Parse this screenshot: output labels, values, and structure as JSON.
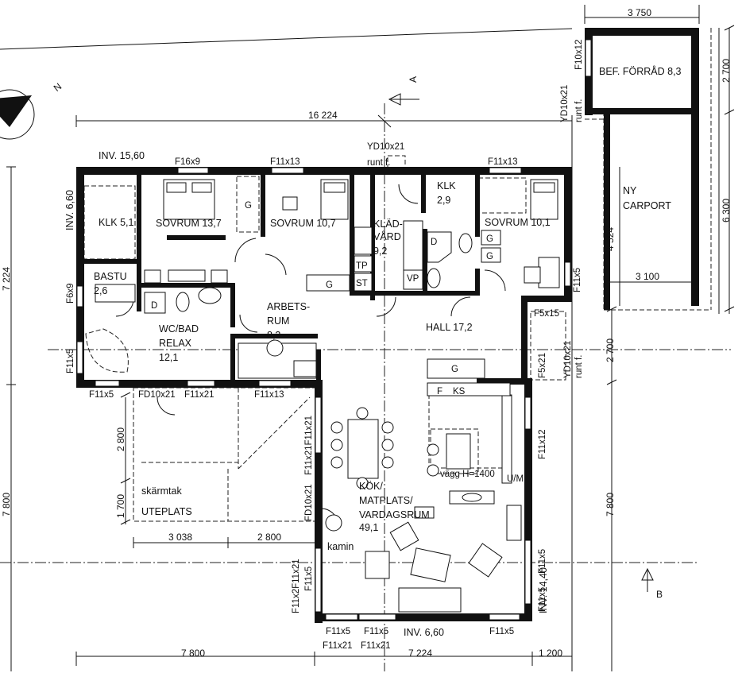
{
  "north": "N",
  "sections": {
    "a": "A",
    "b": "B"
  },
  "dimensions": {
    "total_width": "16 224",
    "top_right": "3 750",
    "forrad_height": "2 700",
    "carport_height": "6 300",
    "carport_width": "3 100",
    "carport_inner": "4 524",
    "left_upper": "7 224",
    "left_lower": "7 800",
    "right_mid": "2 700",
    "right_lower": "7 800",
    "bottom_left": "7 800",
    "bottom_mid": "7 224",
    "bottom_right": "1 200",
    "uteplats_2800v": "2 800",
    "uteplats_1700": "1 700",
    "uteplats_3038": "3 038",
    "uteplats_2800h": "2 800"
  },
  "inventory": {
    "inv_top": "INV. 15,60",
    "inv_left": "INV. 6,60",
    "inv_bottom": "INV. 6,60",
    "inv_right": "INV. 14,40"
  },
  "rooms": {
    "klk1": "KLK 5,1",
    "sovrum1": "SOVRUM 13,7",
    "sovrum2": "SOVRUM 10,7",
    "kladvard_1": "KLÄD-",
    "kladvard_2": "VÅRD",
    "kladvard_3": "9,2",
    "klk2_1": "KLK",
    "klk2_2": "2,9",
    "sovrum3": "SOVRUM 10,1",
    "bastu_1": "BASTU",
    "bastu_2": "2,6",
    "wcbad_1": "WC/BAD",
    "wcbad_2": "RELAX",
    "wcbad_3": "12,1",
    "arbets_1": "ARBETS-",
    "arbets_2": "RUM",
    "arbets_3": "8,3",
    "hall": "HALL 17,2",
    "kok_1": "KÖK/",
    "kok_2": "MATPLATS/",
    "kok_3": "VARDAGSRUM",
    "kok_4": "49,1",
    "forrad": "BEF. FÖRRÅD 8,3",
    "carport_1": "NY",
    "carport_2": "CARPORT",
    "uteplats": "UTEPLATS",
    "skarmtak": "skärmtak",
    "kamin": "kamin"
  },
  "fixtures": {
    "g": "G",
    "tp": "TP",
    "st": "ST",
    "vp": "VP",
    "d": "D",
    "f": "F",
    "ks": "KS",
    "um": "U/M",
    "vagg": "vägg H=1400"
  },
  "windows": {
    "f16x9": "F16x9",
    "f11x13_a": "F11x13",
    "yd10x21_top": "YD10x21",
    "runt_top": "runt f.",
    "f11x13_b": "F11x13",
    "f10x12": "F10x12",
    "yd10x21_forrad": "YD10x21",
    "runt_forrad": "runt f.",
    "f6x9": "F6x9",
    "f11x5_left": "F11x5",
    "f11x5_b1": "F11x5",
    "fd10x21_a": "FD10x21",
    "f11x21_a": "F11x21",
    "f11x13_c": "F11x13",
    "f11x5_hall": "F11x5",
    "f5x15": "F5x15",
    "yd10x21_hall": "YD10x21",
    "runt_hall": "runt f.",
    "f5x21": "F5x21",
    "f11x12": "F11x12",
    "f11x21f11x21": "F11x21F11x21",
    "fd10x21_b": "FD10x21",
    "f11x2f11x21": "F11x2F11x21",
    "f11x5_w": "F11x5",
    "f11x5_r1": "F11x5",
    "f11x5_r2": "F11x5",
    "f11x5_bot1": "F11x5",
    "f11x5_bot2": "F11x5",
    "f11x5_bot3": "F11x5",
    "f11x21_bot1": "F11x21",
    "f11x21_bot2": "F11x21"
  }
}
